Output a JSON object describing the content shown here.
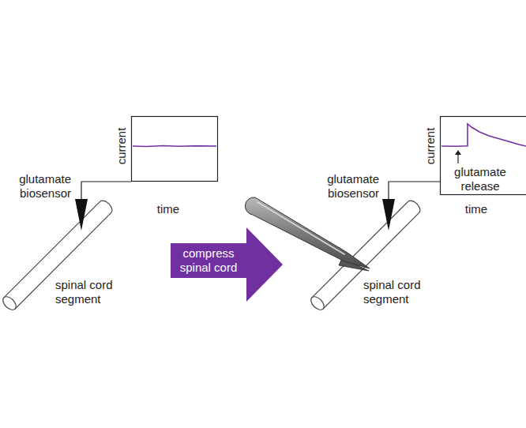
{
  "diagram": {
    "nodes": [
      {
        "text": [
          "current",
          "time"
        ]
      },
      {
        "text": [
          "compress spinal cord"
        ]
      },
      {
        "text": [
          "current",
          "glutamate release",
          "time"
        ]
      }
    ],
    "labels": [
      "glutamate biosensor",
      "spinal cord segment",
      "glutamate biosensor",
      "spinal cord segment"
    ]
  }
}
